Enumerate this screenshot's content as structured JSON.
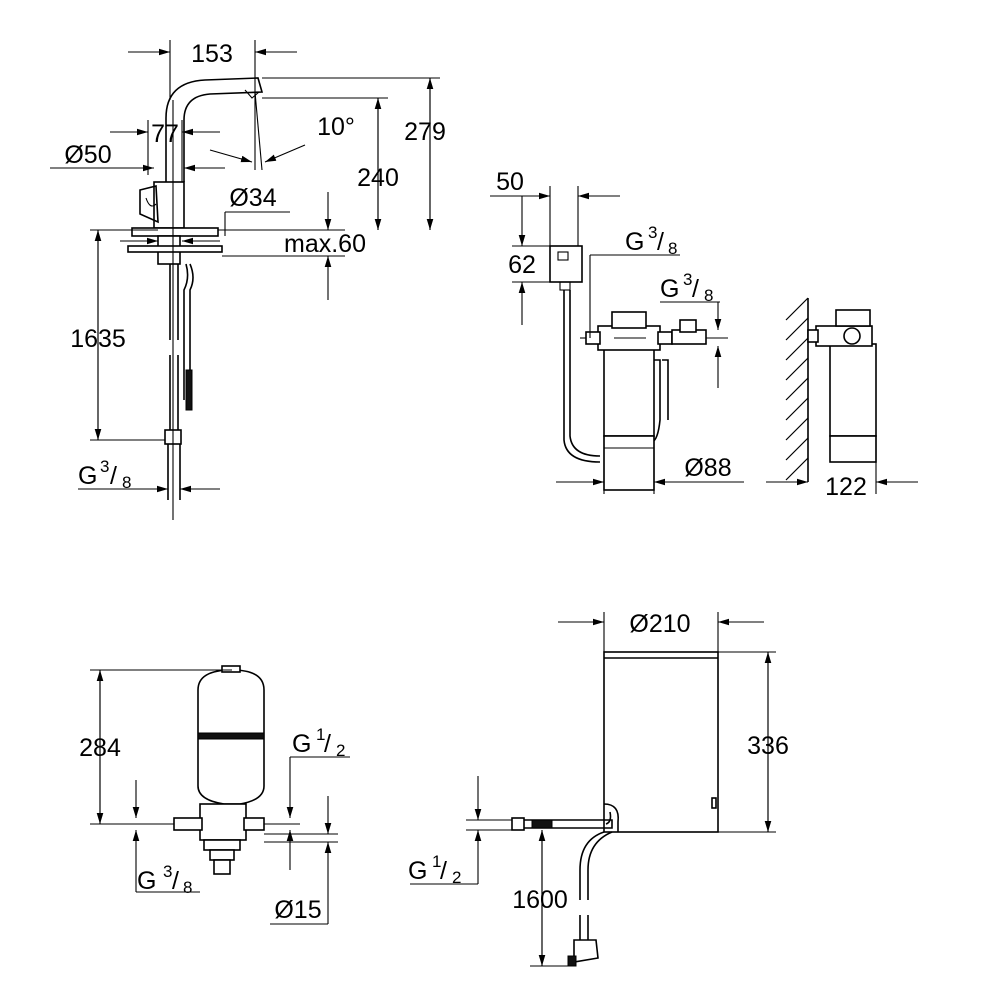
{
  "dimensions": {
    "faucet": {
      "width_153": "153",
      "dia_50": "Ø50",
      "width_77": "77",
      "angle_10": "10°",
      "height_279": "279",
      "height_240": "240",
      "dia_34": "Ø34",
      "max_60": "max.60",
      "hose_1635": "1635",
      "thread_g": "G",
      "thread_num": "3",
      "thread_den": "8"
    },
    "filter": {
      "width_50": "50",
      "height_62": "62",
      "thread1_g": "G",
      "thread1_num": "3",
      "thread1_den": "8",
      "thread2_g": "G",
      "thread2_num": "3",
      "thread2_den": "8",
      "dia_88": "Ø88",
      "depth_122": "122"
    },
    "tank": {
      "height_284": "284",
      "thread_top_g": "G",
      "thread_top_num": "1",
      "thread_top_den": "2",
      "thread_bottom_g": "G",
      "thread_bottom_num": "3",
      "thread_bottom_den": "8",
      "dia_15": "Ø15"
    },
    "boiler": {
      "dia_210": "Ø210",
      "height_336": "336",
      "thread_g": "G",
      "thread_num": "1",
      "thread_den": "2",
      "cable_1600": "1600"
    }
  }
}
